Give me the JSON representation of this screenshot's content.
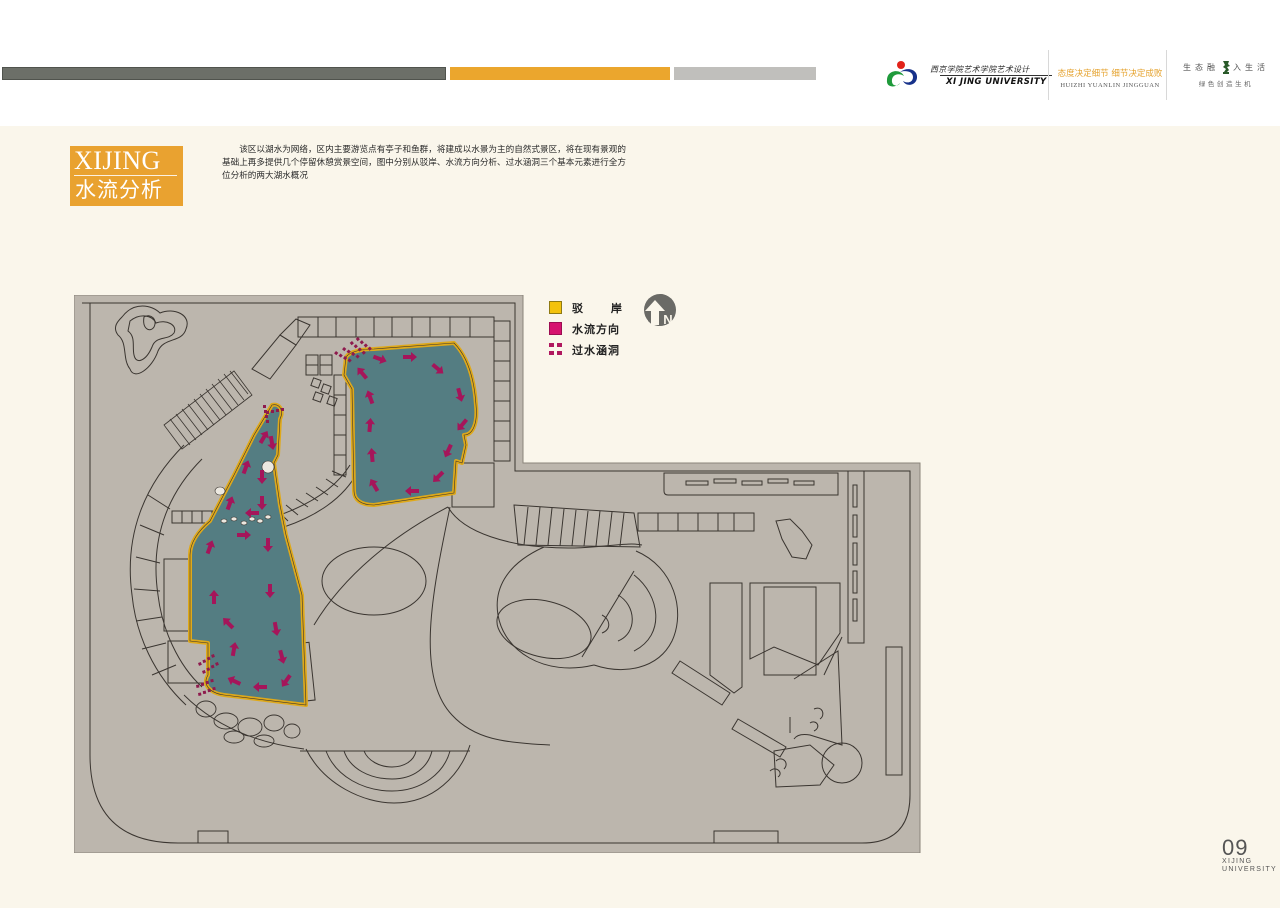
{
  "header": {
    "bars": [
      {
        "name": "gray",
        "color": "#6c6f68"
      },
      {
        "name": "orange",
        "color": "#eba62d"
      },
      {
        "name": "light-gray",
        "color": "#c0bfbc"
      }
    ],
    "logo": {
      "cn": "西京学院艺术学院艺术设计",
      "en": "XI JING UNIVERSITY"
    },
    "motto": {
      "cn": "态度决定细节  细节决定成败",
      "en": "HUIZHI  YUANLIN  JINGGUAN"
    },
    "slogan": {
      "line1_left": "生态融",
      "line1_right": "入生活",
      "line2": "绿色创造生机"
    }
  },
  "title": {
    "en": "XIJING",
    "cn": "水流分析"
  },
  "intro": "该区以湖水为网络，区内主要游览点有亭子和鱼群，将建成以水景为主的自然式景区，将在现有景观的基础上再多提供几个停留休憩赏景空间，图中分别从驳岸、水流方向分析、过水涵洞三个基本元素进行全方位分析的两大湖水概况",
  "legend": {
    "items": [
      {
        "label": "驳 岸",
        "symbol": "yellow-square",
        "color": "#f3c20d"
      },
      {
        "label": "水流方向",
        "symbol": "pink-square",
        "color": "#d6136f"
      },
      {
        "label": "过水涵洞",
        "symbol": "dot-grid",
        "color": "#b0185f"
      }
    ]
  },
  "north_arrow": {
    "letter": "N"
  },
  "plan": {
    "colors": {
      "ground": "#bcb6ad",
      "water": "#547d82",
      "bank": "#dfa91a",
      "arrow": "#a5155a",
      "line": "#3a3530"
    },
    "lakes": [
      "upper-right-lake",
      "lower-left-lake"
    ]
  },
  "page_number": {
    "num": "09",
    "line1": "XIJING",
    "line2": "UNIVERSITY"
  }
}
